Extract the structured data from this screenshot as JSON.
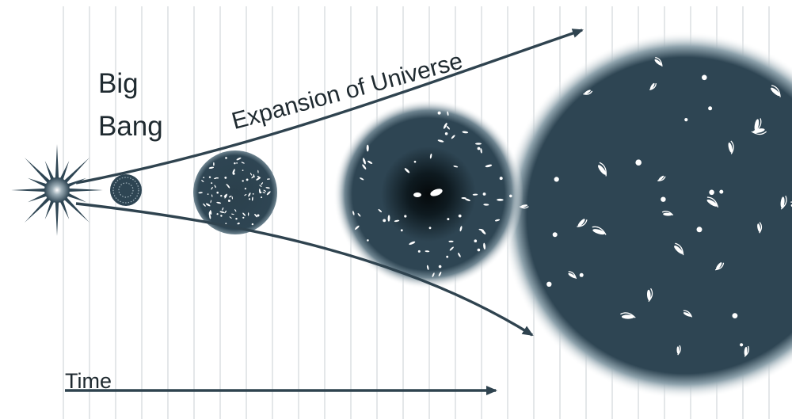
{
  "labels": {
    "big": "Big",
    "bang": "Bang",
    "expansion": "Expansion of Universe",
    "time": "Time"
  },
  "colors": {
    "background": "#ffffff",
    "time_lines": "#c9cfd3",
    "arrow": "#2f434f",
    "sphere_dark": "#2e4553",
    "sphere_core": "#0d1418",
    "glow": "#dfe6ea",
    "galaxy": "#ffffff"
  },
  "icons": {
    "big_bang": "starburst-icon",
    "galaxy": "spiral-galaxy-icon"
  },
  "stages": [
    {
      "name": "stage-1",
      "galaxy_count": 0
    },
    {
      "name": "stage-2",
      "galaxy_count": 80
    },
    {
      "name": "stage-3",
      "galaxy_count": 60
    },
    {
      "name": "stage-4",
      "galaxy_count": 45
    }
  ]
}
